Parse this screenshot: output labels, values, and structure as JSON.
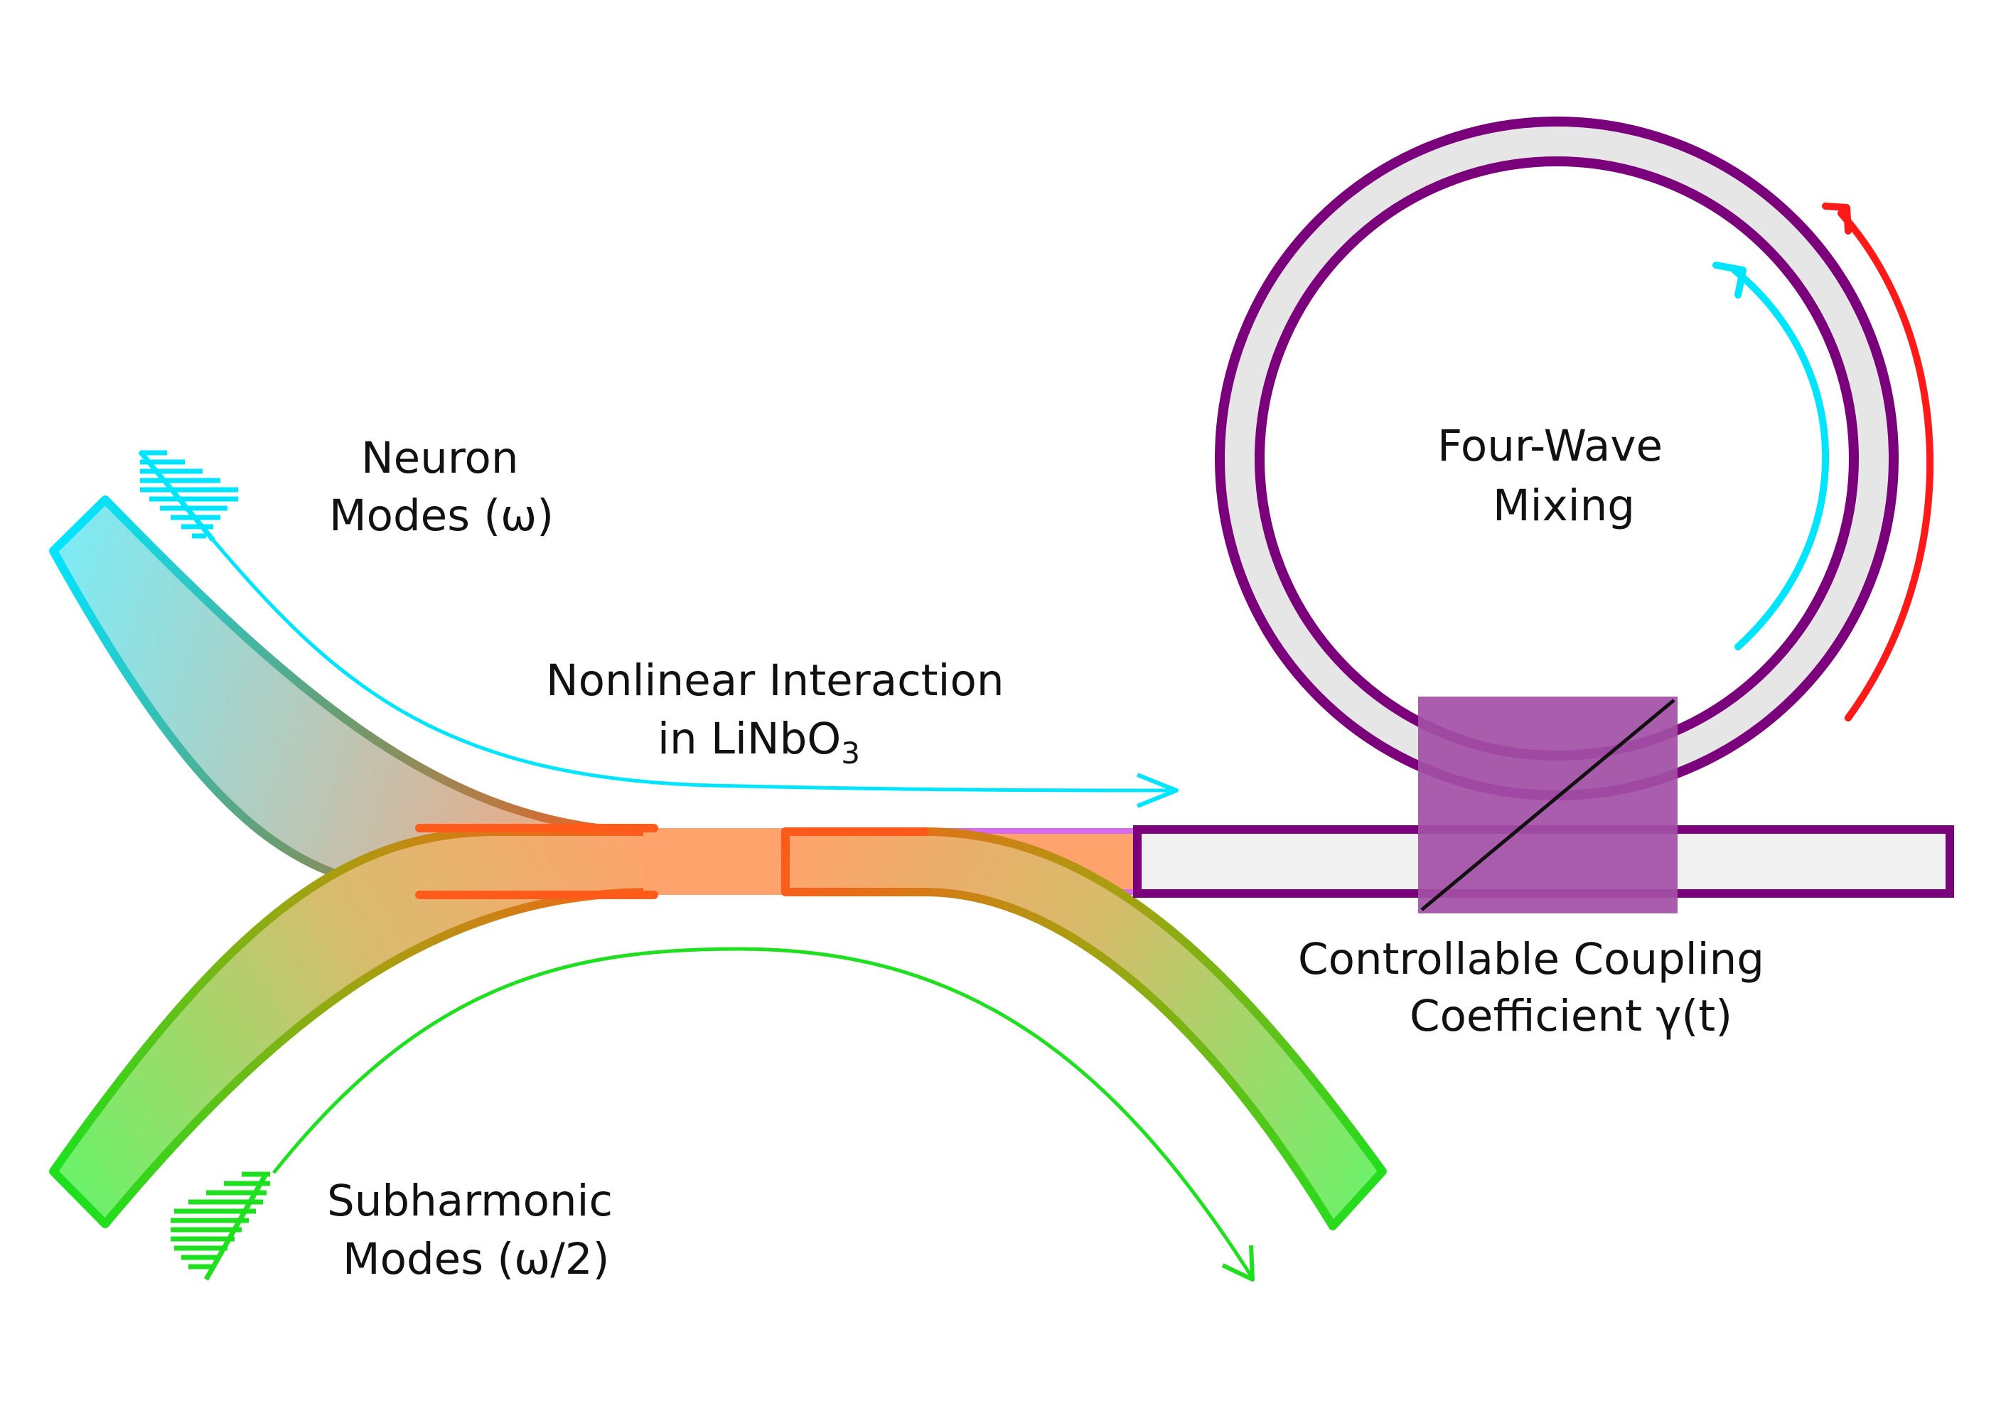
{
  "labels": {
    "neuron_line1": "Neuron",
    "neuron_line2": "Modes (ω)",
    "nonlinear_line1": "Nonlinear Interaction",
    "nonlinear_line2_prefix": "in LiNbO",
    "nonlinear_line2_subscript": "3",
    "fwm_line1": "Four-Wave",
    "fwm_line2": "Mixing",
    "coupling_line1": "Controllable Coupling",
    "coupling_line2": "Coefficient γ(t)",
    "subharmonic_line1": "Subharmonic",
    "subharmonic_line2": "Modes (ω/2)"
  },
  "colors": {
    "neuron": "#00e5ff",
    "subharmonic": "#00e000",
    "interaction": "#ffa36c",
    "ring": "#7b007b",
    "ring_fill": "#e6e6e6",
    "coupler": "#a24fa5",
    "counter_arrow": "#ff1a1a"
  }
}
